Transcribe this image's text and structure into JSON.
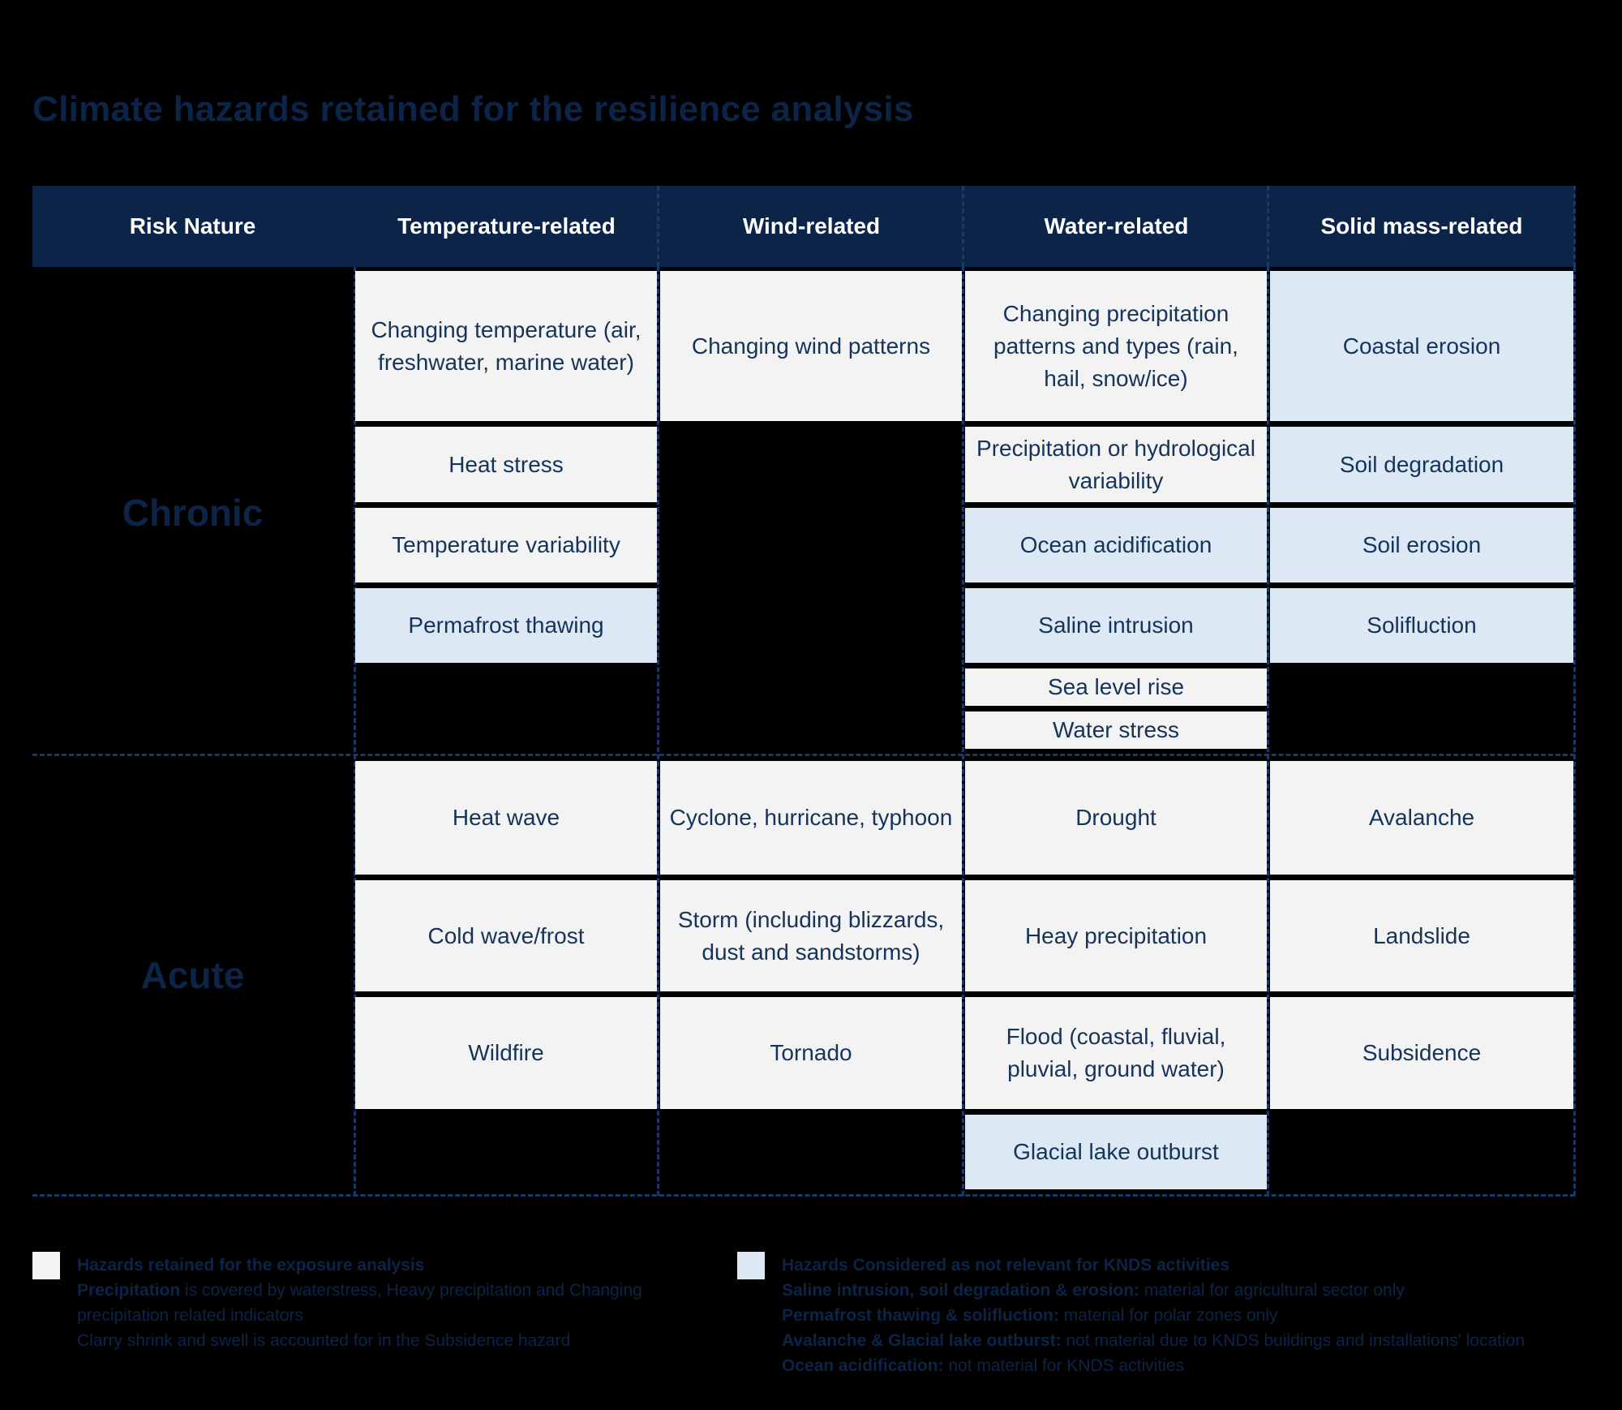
{
  "title": "Climate hazards retained for the resilience analysis",
  "header": {
    "risk_nature": "Risk Nature",
    "temperature": "Temperature-related",
    "wind": "Wind-related",
    "water": "Water-related",
    "solid": "Solid mass-related"
  },
  "groups": {
    "chronic": "Chronic",
    "acute": "Acute"
  },
  "cells": {
    "changing_temperature": "Changing temperature (air, freshwater, marine water)",
    "heat_stress": "Heat stress",
    "temperature_variability": "Temperature variability",
    "permafrost_thawing": "Permafrost thawing",
    "changing_wind_patterns": "Changing wind patterns",
    "changing_precipitation": "Changing precipitation patterns and types (rain, hail, snow/ice)",
    "precipitation_variability": "Precipitation or hydrological variability",
    "ocean_acidification": "Ocean acidification",
    "saline_intrusion": "Saline intrusion",
    "sea_level_rise": "Sea level rise",
    "water_stress": "Water stress",
    "coastal_erosion": "Coastal erosion",
    "soil_degradation": "Soil degradation",
    "soil_erosion": "Soil erosion",
    "solifluction": "Solifluction",
    "heat_wave": "Heat wave",
    "cold_wave": "Cold wave/frost",
    "wildfire": "Wildfire",
    "cyclone": "Cyclone, hurricane, typhoon",
    "storm": "Storm (including blizzards, dust and sandstorms)",
    "tornado": "Tornado",
    "drought": "Drought",
    "heavy_precipitation": "Heay precipitation",
    "flood": "Flood (coastal, fluvial, pluvial, ground water)",
    "glacial_lake": "Glacial lake outburst",
    "avalanche": "Avalanche",
    "landslide": "Landslide",
    "subsidence": "Subsidence"
  },
  "legend": {
    "retained": {
      "title": "Hazards retained for the exposure analysis",
      "line1_bold": "Precipitation",
      "line1_rest": " is covered by waterstress, Heavy precipitation and Changing",
      "line2": "precipitation related indicators",
      "line3": "Clarry shrink and swell is accounted for in the Subsidence hazard"
    },
    "not_relevant": {
      "title": "Hazards Considered as not relevant for KNDS activities",
      "l1_bold": "Saline intrusion, soil degradation & erosion:",
      "l1_rest": " material for agricultural sector only",
      "l2_bold": "Permafrost thawing & solifluction:",
      "l2_rest": " material for polar zones only",
      "l3_bold": "Avalanche & Glacial lake outburst:",
      "l3_rest": " not material due to KNDS buildings and installations' location",
      "l4_bold": "Ocean acidification:",
      "l4_rest": " not material for KNDS activities"
    }
  },
  "colors": {
    "header_bg": "#0c2447",
    "retained_fill": "#f3f3f3",
    "not_relevant_fill": "#dce8f4"
  }
}
